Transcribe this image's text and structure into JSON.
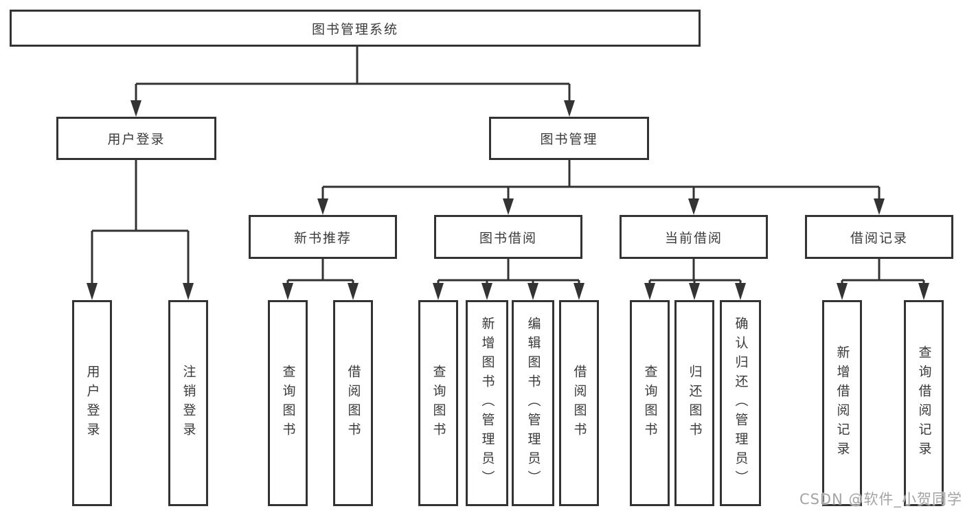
{
  "tree": {
    "root": {
      "label": "图书管理系统"
    },
    "branches": [
      {
        "label": "用户登录",
        "leaves": [
          {
            "label": "用户登录"
          },
          {
            "label": "注销登录"
          }
        ]
      },
      {
        "label": "图书管理",
        "groups": [
          {
            "label": "新书推荐",
            "leaves": [
              {
                "label": "查询图书"
              },
              {
                "label": "借阅图书"
              }
            ]
          },
          {
            "label": "图书借阅",
            "leaves": [
              {
                "label": "查询图书"
              },
              {
                "label": "新增图书（管理员）"
              },
              {
                "label": "编辑图书（管理员）"
              },
              {
                "label": "借阅图书"
              }
            ]
          },
          {
            "label": "当前借阅",
            "leaves": [
              {
                "label": "查询图书"
              },
              {
                "label": "归还图书"
              },
              {
                "label": "确认归还（管理员）"
              }
            ]
          },
          {
            "label": "借阅记录",
            "leaves": [
              {
                "label": "新增借阅记录"
              },
              {
                "label": "查询借阅记录"
              }
            ]
          }
        ]
      }
    ]
  },
  "watermark": "CSDN @软件_小贺同学",
  "colors": {
    "line": "#333333",
    "text": "#3a3a3a",
    "background": "#ffffff",
    "watermark": "#9b9b9b"
  }
}
